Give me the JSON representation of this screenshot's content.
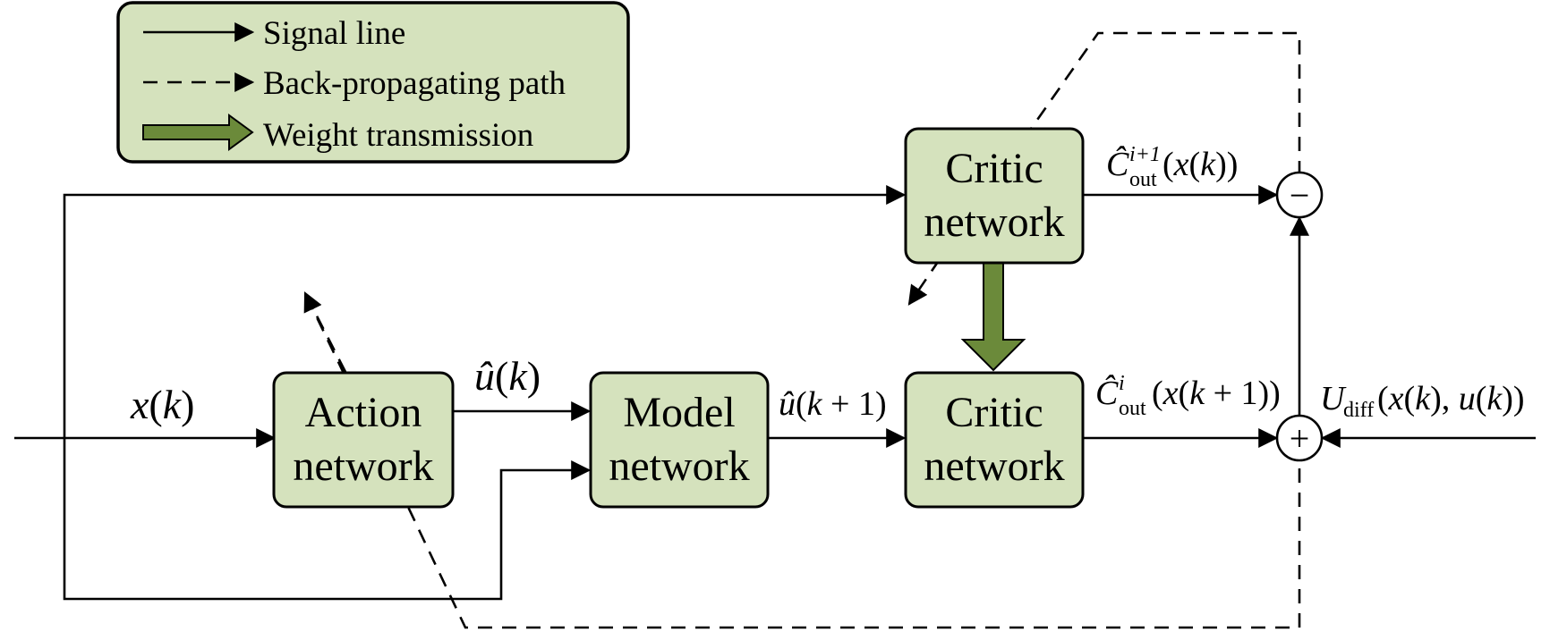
{
  "legend": {
    "signal_line": "Signal line",
    "back_path": "Back-propagating path",
    "weight": "Weight transmission"
  },
  "blocks": {
    "critic_top": [
      "Critic",
      "network"
    ],
    "critic_bottom": [
      "Critic",
      "network"
    ],
    "action": [
      "Action",
      "network"
    ],
    "model": [
      "Model",
      "network"
    ]
  },
  "signals": {
    "x_k": {
      "var": "x",
      "arg": "k"
    },
    "u_hat_k": {
      "var": "û",
      "arg": "k"
    },
    "u_hat_k1": {
      "var": "û",
      "arg": "k",
      "rest": " + 1)"
    },
    "c_top": {
      "var": "Ĉ",
      "sup": "i+1",
      "sub": "out",
      "expr_x": "x",
      "expr_k": "k"
    },
    "c_bottom": {
      "var": "Ĉ",
      "sup": "i",
      "sub": "out",
      "expr_x": "x",
      "expr_k": "k",
      "rest": " + 1))"
    },
    "u_diff": {
      "var": "U",
      "sub": "diff",
      "x": "x",
      "k1": "k",
      "u": "u",
      "k2": "k"
    }
  },
  "junctions": {
    "minus": "−",
    "plus": "+"
  },
  "colors": {
    "block_fill": "#d5e2bd",
    "weight_arrow": "#6b8a3a"
  }
}
